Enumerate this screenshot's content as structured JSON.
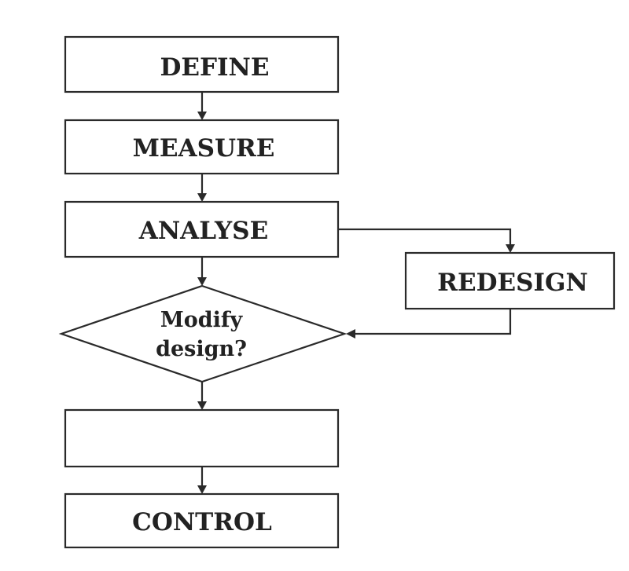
{
  "diagram": {
    "steps": {
      "define": "DEFINE",
      "measure": "MEASURE",
      "analyse": "ANALYSE",
      "decision_line1": "Modify",
      "decision_line2": "design?",
      "redesign": "REDESIGN",
      "blank": "",
      "control": "CONTROL"
    },
    "colors": {
      "stroke": "#2a2a2a",
      "text": "#222222",
      "background": "#ffffff"
    }
  }
}
